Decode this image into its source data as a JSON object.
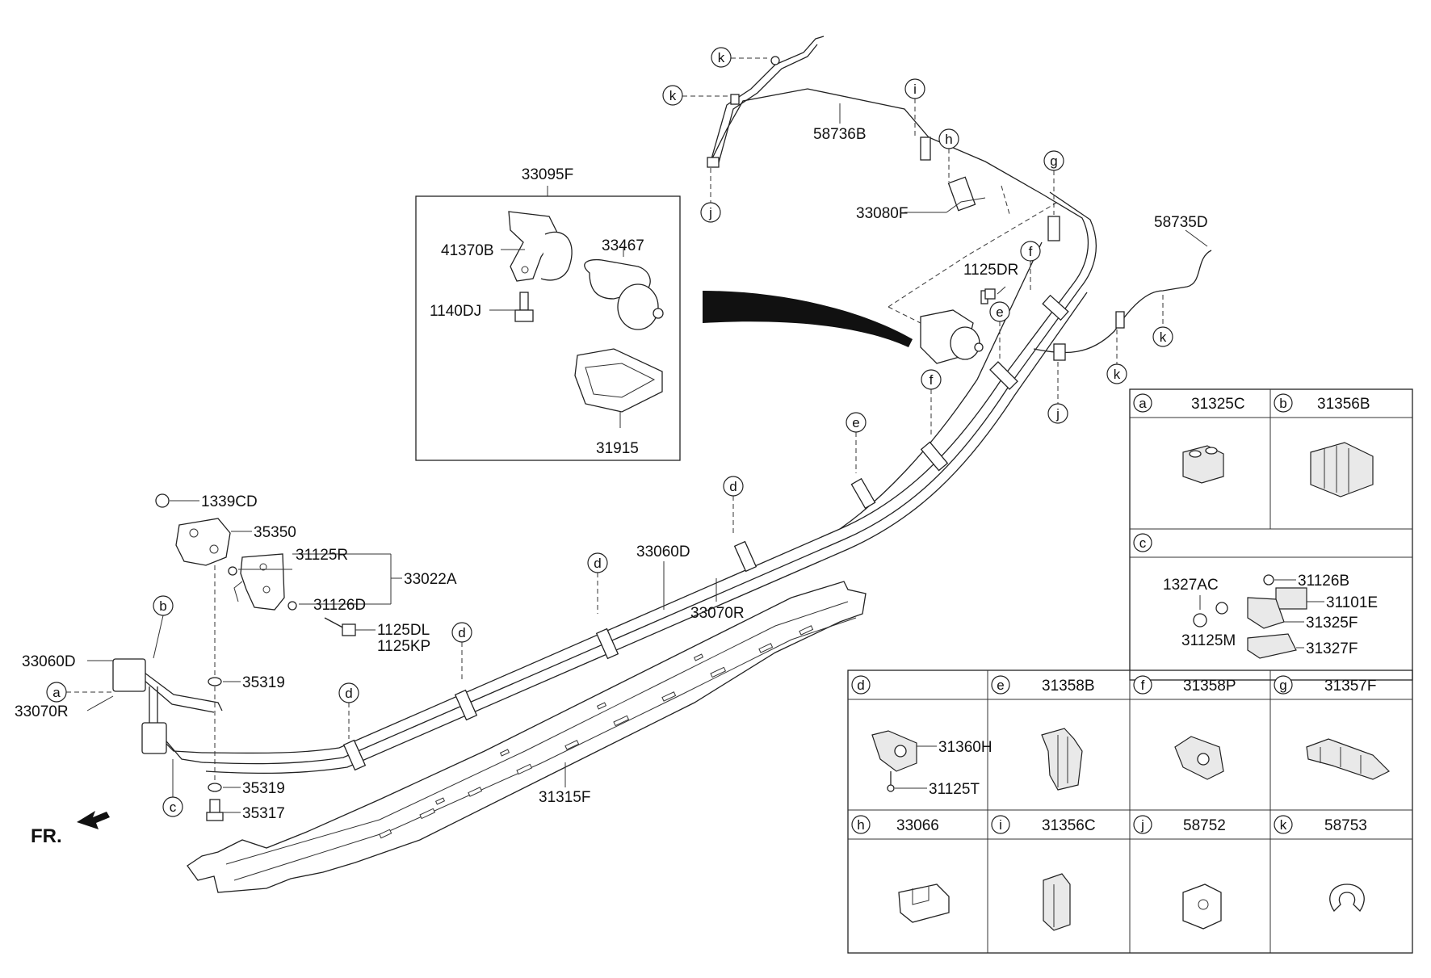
{
  "labels": {
    "p58736B": "58736B",
    "p33095F": "33095F",
    "p41370B": "41370B",
    "p33467": "33467",
    "p1140DJ": "1140DJ",
    "p31915": "31915",
    "p33080F": "33080F",
    "p1125DR": "1125DR",
    "p58735D": "58735D",
    "p1339CD": "1339CD",
    "p35350": "35350",
    "p31125R": "31125R",
    "p33022A": "33022A",
    "p31126D": "31126D",
    "p1125DL": "1125DL",
    "p1125KP": "1125KP",
    "p33060D_left": "33060D",
    "p33070R_left": "33070R",
    "p35319_top": "35319",
    "p35319_bottom": "35319",
    "p35317": "35317",
    "p33060D_mid": "33060D",
    "p33070R_mid": "33070R",
    "p31315F": "31315F",
    "fr": "FR."
  },
  "callout_letters": {
    "k1": "k",
    "k2": "k",
    "k3": "k",
    "k4": "k",
    "j1": "j",
    "j2": "j",
    "i1": "i",
    "h1": "h",
    "g1": "g",
    "f1": "f",
    "f2": "f",
    "e1": "e",
    "e2": "e",
    "d1": "d",
    "d2": "d",
    "d3": "d",
    "d4": "d",
    "a1": "a",
    "b1": "b",
    "c1": "c"
  },
  "legend": {
    "a": {
      "letter": "a",
      "part": "31325C"
    },
    "b": {
      "letter": "b",
      "part": "31356B"
    },
    "c": {
      "letter": "c",
      "part": ""
    },
    "c_parts": {
      "p1327AC": "1327AC",
      "p31126B": "31126B",
      "p31101E": "31101E",
      "p31325F": "31325F",
      "p31125M": "31125M",
      "p31327F": "31327F"
    },
    "d": {
      "letter": "d",
      "part": ""
    },
    "d_parts": {
      "p31360H": "31360H",
      "p31125T": "31125T"
    },
    "e": {
      "letter": "e",
      "part": "31358B"
    },
    "f": {
      "letter": "f",
      "part": "31358P"
    },
    "g": {
      "letter": "g",
      "part": "31357F"
    },
    "h": {
      "letter": "h",
      "part": "33066"
    },
    "i": {
      "letter": "i",
      "part": "31356C"
    },
    "j": {
      "letter": "j",
      "part": "58752"
    },
    "k": {
      "letter": "k",
      "part": "58753"
    }
  }
}
